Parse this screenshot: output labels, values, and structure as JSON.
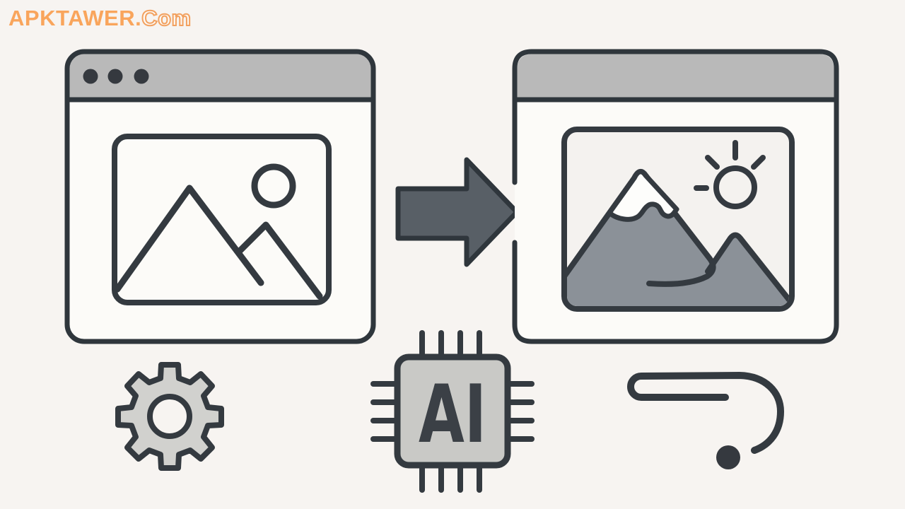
{
  "watermark": {
    "brand": "APKTAWER.",
    "suffix": "Com",
    "brand_color": "#f9a55c",
    "suffix_outline_color": "#f2a160"
  },
  "chip": {
    "label": "AI"
  },
  "colors": {
    "background": "#f7f4f1",
    "outline": "#333a40",
    "titlebar": "#b9b9b9",
    "window_body": "#fcfbf8",
    "frame_interior": "#f4f2ef",
    "mountain_gray": "#8b9198",
    "snow_white": "#fdfdfb",
    "arrow_fill": "#585f66",
    "gear_fill": "#d1d1ce",
    "chip_fill": "#c9c9c6",
    "dot_dark": "#35393f"
  },
  "icons": [
    "original-image-window",
    "window-traffic-dots-icon",
    "image-placeholder-icon",
    "transform-arrow-icon",
    "enhanced-image-window",
    "mountain-scene-icon",
    "sun-icon",
    "gear-icon",
    "ai-chip-icon",
    "processing-swoosh-icon"
  ]
}
